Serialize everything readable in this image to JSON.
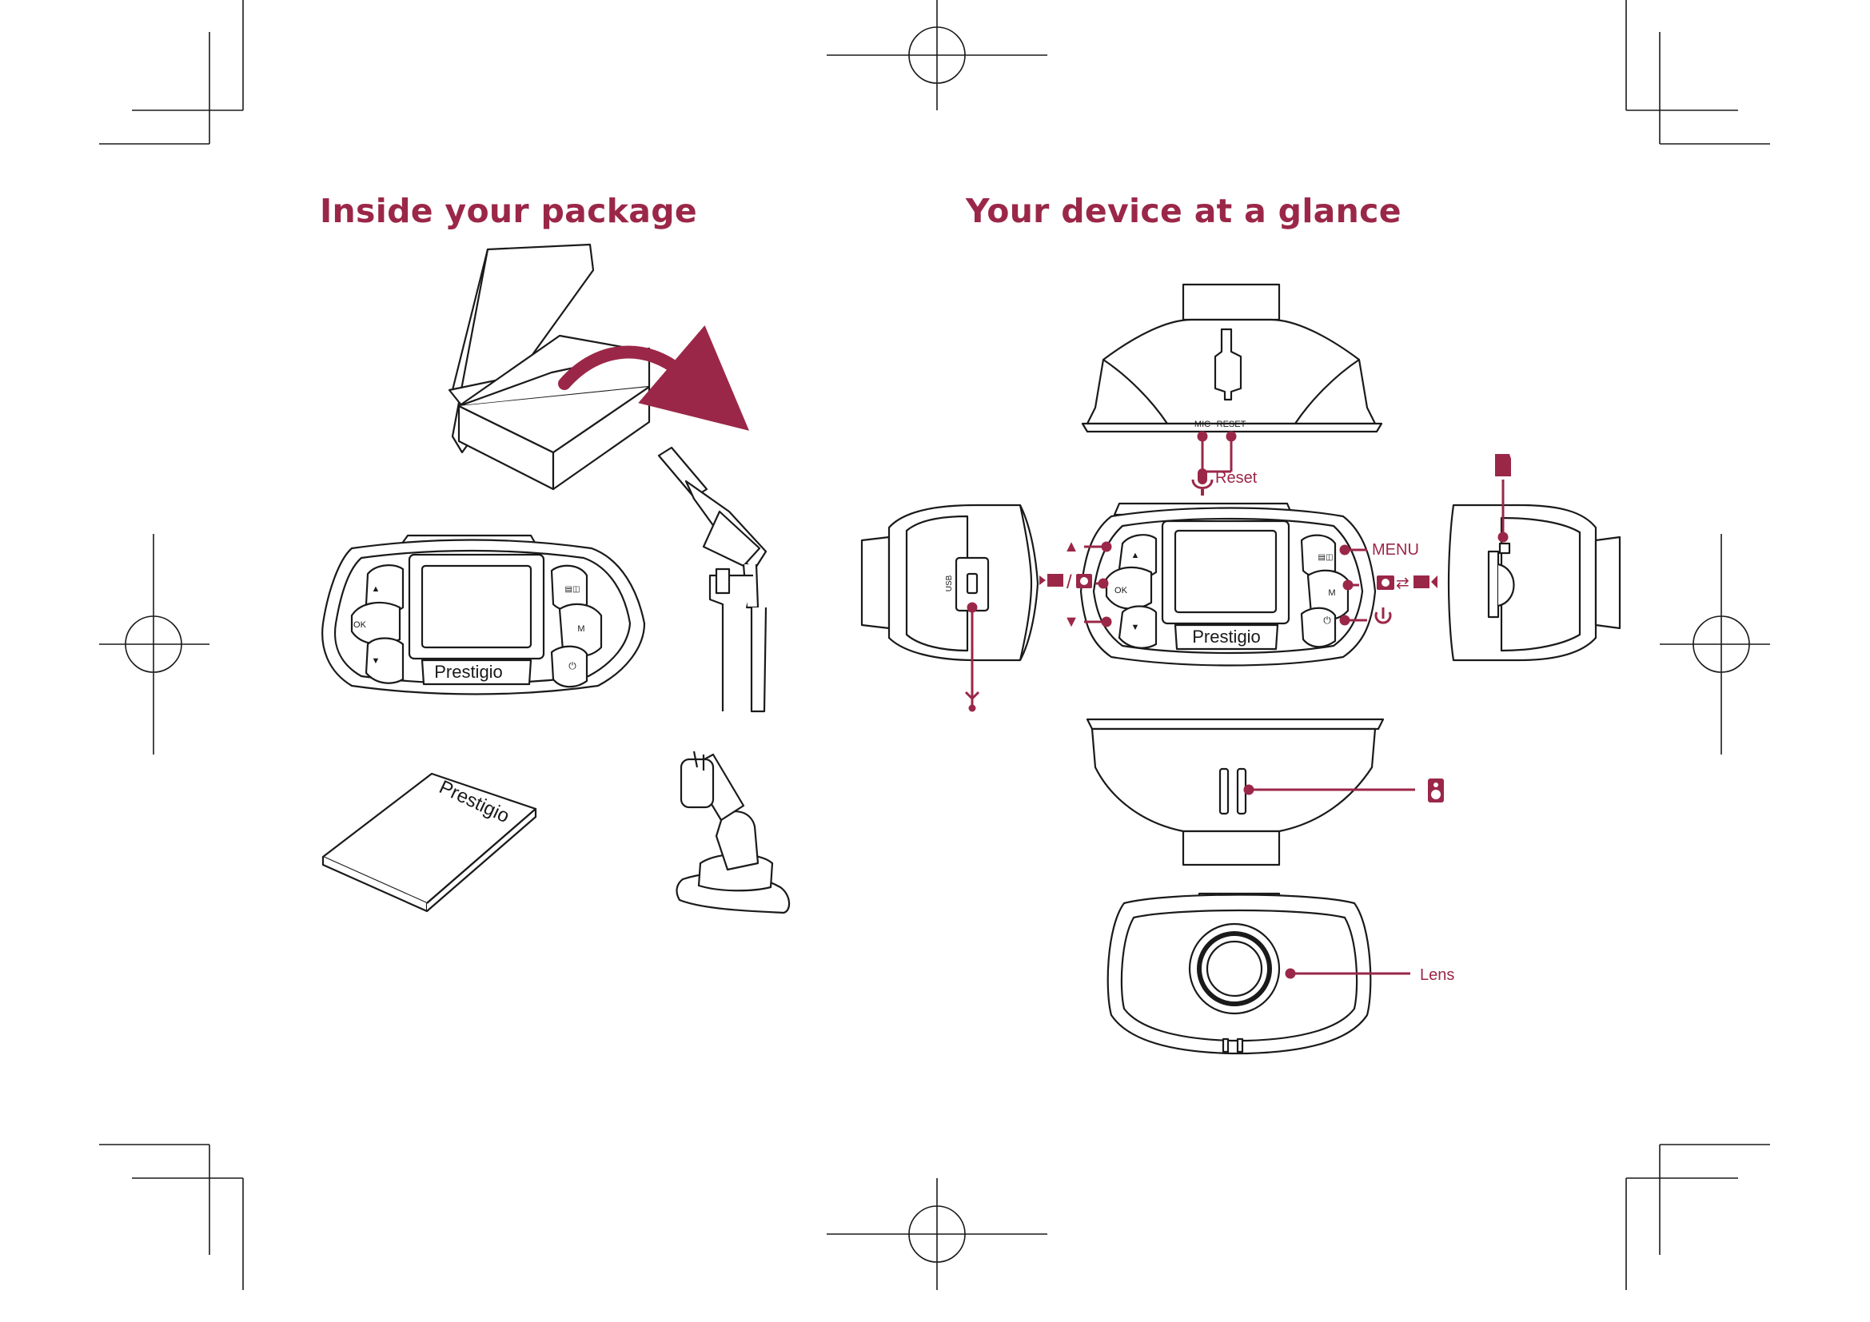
{
  "theme": {
    "accent": "#9b2748",
    "line": "#1a1a1a"
  },
  "left_section": {
    "title": "Inside your package",
    "items": [
      {
        "name": "box-icon"
      },
      {
        "name": "car-charger-icon"
      },
      {
        "name": "dashcam-front-icon",
        "brand": "Prestigio",
        "buttons": [
          "▲",
          "OK",
          "▼",
          "M"
        ]
      },
      {
        "name": "manual-icon",
        "brand": "Prestigio"
      },
      {
        "name": "suction-mount-icon"
      }
    ]
  },
  "right_section": {
    "title": "Your device at a glance",
    "top_view": {
      "labels": [
        "MIC",
        "RESET"
      ],
      "callout": "Reset",
      "callout_icon": "microphone-icon"
    },
    "front_view": {
      "brand": "Prestigio",
      "buttons": [
        "▲",
        "OK",
        "▼",
        "M"
      ],
      "callouts": {
        "up": "▲",
        "down": "▼",
        "menu": "MENU",
        "mode_icon": "camera-swap-icon",
        "power_icon": "power-icon",
        "record_icon": "record-photo-icon"
      }
    },
    "left_side_view": {
      "port_label": "USB",
      "callout_icon": "usb-icon"
    },
    "right_side_view": {
      "callout_icon": "sd-card-icon"
    },
    "bottom_view": {
      "callout_icon": "speaker-icon"
    },
    "back_view": {
      "callout": "Lens"
    }
  }
}
